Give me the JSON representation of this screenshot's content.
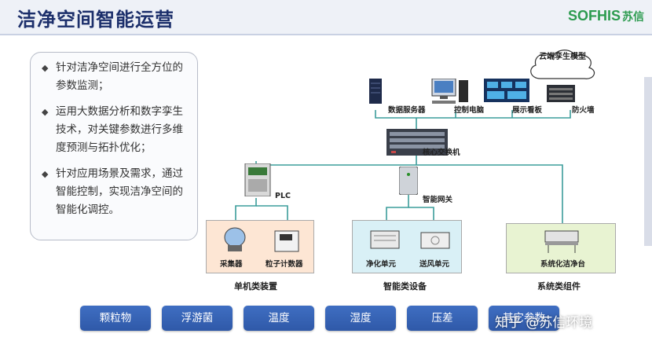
{
  "page_title": "洁净空间智能运营",
  "logo": {
    "latin": "SOFHIS",
    "cn": "苏信"
  },
  "bullets": [
    "针对洁净空间进行全方位的参数监测；",
    "运用大数据分析和数字孪生技术，对关键参数进行多维度预测与拓扑优化；",
    "针对应用场景及需求，通过智能控制，实现洁净空间的智能化调控。"
  ],
  "diagram": {
    "cloud": "云端孪生模型",
    "top_nodes": [
      "数据服务器",
      "控制电脑",
      "展示看板",
      "防火墙"
    ],
    "core_switch": "核心交换机",
    "plc": "PLC",
    "gateway": "智能网关",
    "groups": [
      {
        "items": [
          "采集器",
          "粒子计数器"
        ],
        "label": "单机类装置",
        "color": "#fde6d4"
      },
      {
        "items": [
          "净化单元",
          "送风单元"
        ],
        "label": "智能类设备",
        "color": "#d9f0f6"
      },
      {
        "items": [
          "系统化洁净台"
        ],
        "label": "系统类组件",
        "color": "#e8f3d2"
      }
    ]
  },
  "params": [
    "颗粒物",
    "浮游菌",
    "温度",
    "湿度",
    "压差",
    "其它参数"
  ],
  "watermark": "知乎 @苏信环境",
  "colors": {
    "title": "#1c2f6b",
    "wire": "#3c9d9b",
    "pill": "#2f59a8",
    "logo": "#2c9b4f"
  }
}
